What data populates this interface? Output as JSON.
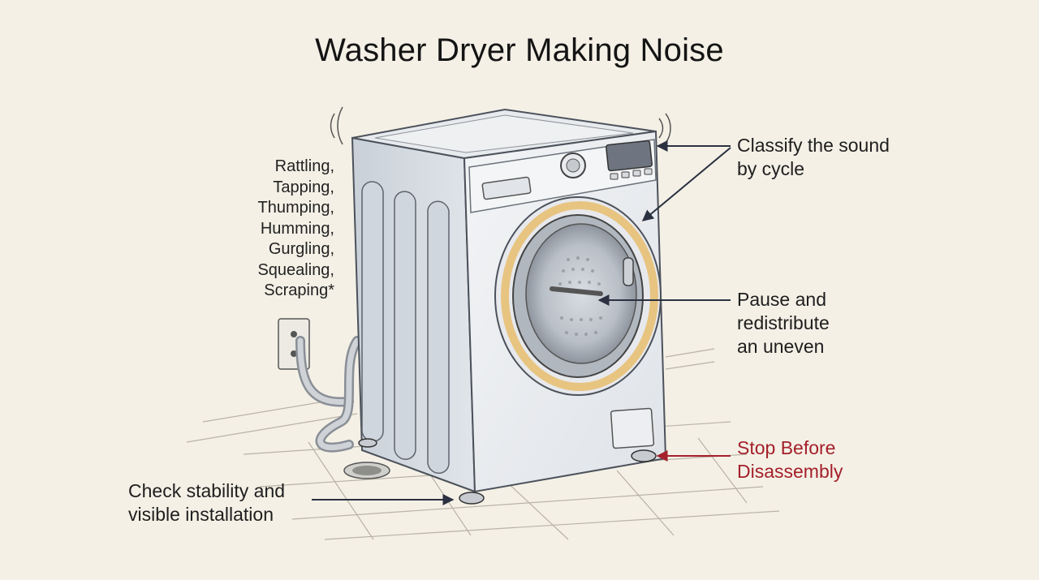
{
  "title": "Washer Dryer Making Noise",
  "sounds": [
    "Rattling,",
    "Tapping,",
    "Thumping,",
    "Humming,",
    "Gurgling,",
    "Squealing,",
    "Scraping*"
  ],
  "callouts": {
    "classify": [
      "Classify the sound",
      "by cycle"
    ],
    "pause": [
      "Pause and",
      "redistribute",
      "an uneven"
    ],
    "stop": [
      "Stop Before",
      "Disassembly"
    ],
    "check": [
      "Check stability and",
      "visible installation"
    ]
  },
  "colors": {
    "background": "#f4f0e6",
    "warning": "#a4202a",
    "door_ring": "#e8b75e"
  }
}
